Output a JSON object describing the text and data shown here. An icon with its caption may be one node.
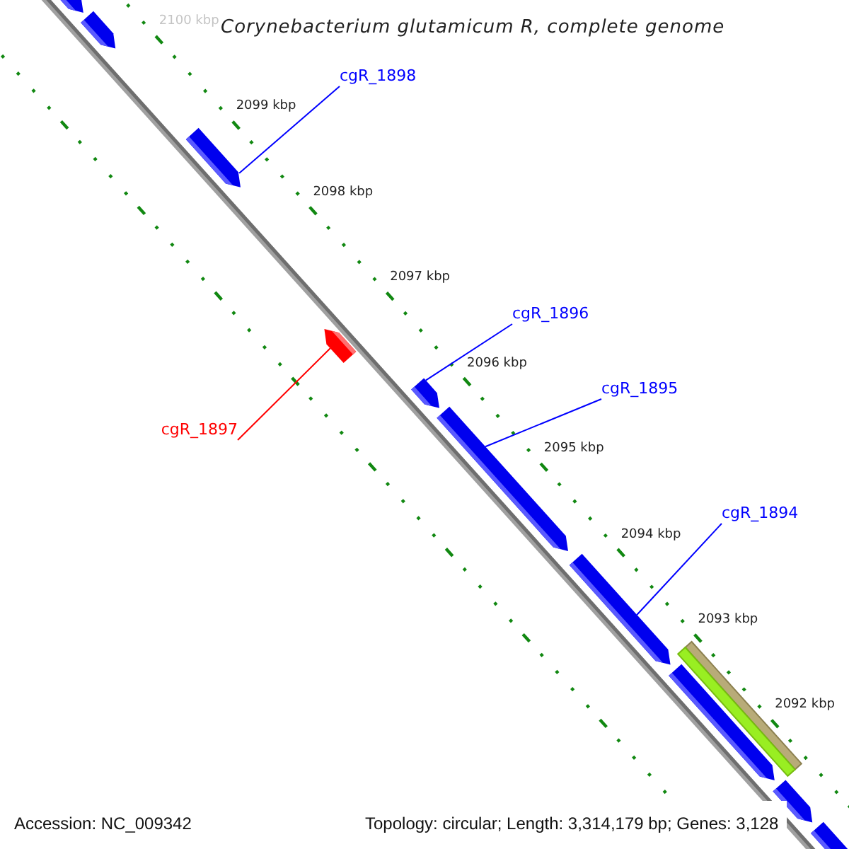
{
  "diagram": {
    "title": "Corynebacterium glutamicum R, complete genome",
    "nodes": [
      {
        "text": [],
        "shape": "box"
      },
      {
        "text": [],
        "shape": "box"
      },
      {
        "text": [
          "cgR_1898"
        ]
      },
      {
        "text": [],
        "shape": "box"
      },
      {
        "text": [
          "cgR_1897"
        ]
      },
      {
        "text": [],
        "shape": "box"
      },
      {
        "text": [
          "cgR_1896"
        ]
      },
      {
        "text": [],
        "shape": "box"
      },
      {
        "text": [
          "cgR_1895"
        ]
      },
      {
        "text": [],
        "shape": "box"
      },
      {
        "text": [
          "cgR_1894"
        ]
      },
      {
        "text": [],
        "shape": "box"
      },
      {
        "text": [],
        "shape": "bar"
      },
      {
        "text": [],
        "shape": "bar"
      },
      {
        "text": [],
        "shape": "box"
      },
      {
        "text": [],
        "shape": "box"
      },
      {
        "text": [],
        "shape": "box"
      }
    ],
    "edges": [
      {
        "from": 2,
        "to": 3,
        "arrow": "none"
      },
      {
        "from": 4,
        "to": 5,
        "arrow": "none",
        "color": "#ff0000"
      },
      {
        "from": 6,
        "to": 7,
        "arrow": "none"
      },
      {
        "from": 8,
        "to": 9,
        "arrow": "none"
      },
      {
        "from": 10,
        "to": 11,
        "arrow": "none"
      }
    ],
    "labels": [
      "2100 kbp",
      "2099 kbp",
      "2098 kbp",
      "2097 kbp",
      "2096 kbp",
      "2095 kbp",
      "2094 kbp",
      "2093 kbp",
      "2092 kbp",
      "Accession: NC_009342",
      "Topology: circular; Length: 3,314,179 bp; Genes: 3,128"
    ]
  }
}
